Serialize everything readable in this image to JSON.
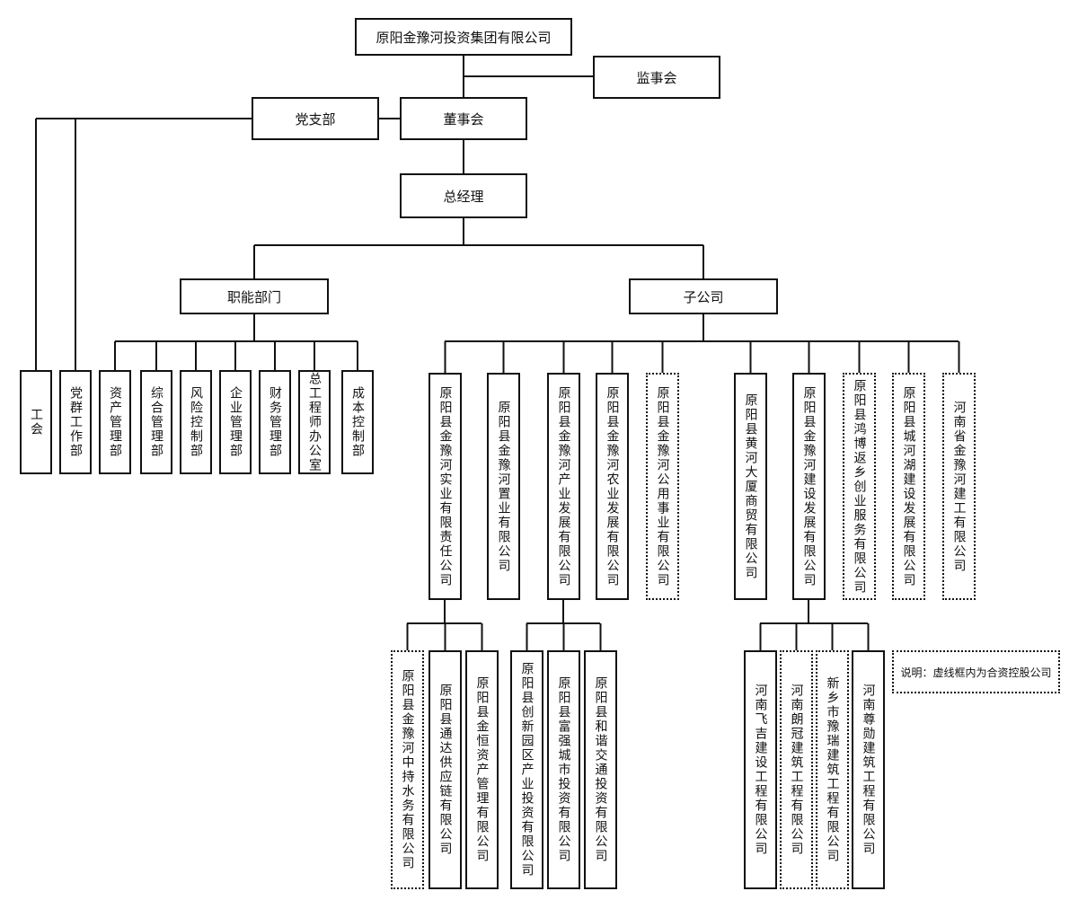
{
  "nodes": {
    "group": "原阳金豫河投资集团有限公司",
    "supervisory": "监事会",
    "board": "董事会",
    "party": "党支部",
    "gm": "总经理",
    "functional": "职能部门",
    "subsidiaries": "子公司"
  },
  "departments": [
    {
      "label": "工会"
    },
    {
      "label": "党群工作部"
    },
    {
      "label": "资产管理部"
    },
    {
      "label": "综合管理部"
    },
    {
      "label": "风险控制部"
    },
    {
      "label": "企业管理部"
    },
    {
      "label": "财务管理部"
    },
    {
      "label": "总工程师办公室"
    },
    {
      "label": "成本控制部"
    }
  ],
  "companies": [
    {
      "label": "原阳县金豫河实业有限责任公司",
      "dashed": false
    },
    {
      "label": "原阳县金豫河置业有限公司",
      "dashed": false
    },
    {
      "label": "原阳县金豫河产业发展有限公司",
      "dashed": false
    },
    {
      "label": "原阳县金豫河农业发展有限公司",
      "dashed": false
    },
    {
      "label": "原阳县金豫河公用事业有限公司",
      "dashed": true
    },
    {
      "label": "原阳县黄河大厦商贸有限公司",
      "dashed": false
    },
    {
      "label": "原阳县金豫河建设发展有限公司",
      "dashed": false
    },
    {
      "label": "原阳县鸿博返乡创业服务有限公司",
      "dashed": true
    },
    {
      "label": "原阳县城河湖建设发展有限公司",
      "dashed": true
    },
    {
      "label": "河南省金豫河建工有限公司",
      "dashed": true
    }
  ],
  "sub_companies": [
    {
      "label": "原阳县金豫河中持水务有限公司",
      "dashed": true
    },
    {
      "label": "原阳县通达供应链有限公司",
      "dashed": false
    },
    {
      "label": "原阳县金恒资产管理有限公司",
      "dashed": false
    },
    {
      "label": "原阳县创新园区产业投资有限公司",
      "dashed": false
    },
    {
      "label": "原阳县富强城市投资有限公司",
      "dashed": false
    },
    {
      "label": "原阳县和谐交通投资有限公司",
      "dashed": false
    },
    {
      "label": "河南飞吉建设工程有限公司",
      "dashed": false
    },
    {
      "label": "河南朗冠建筑工程有限公司",
      "dashed": true
    },
    {
      "label": "新乡市豫瑞建筑工程有限公司",
      "dashed": true
    },
    {
      "label": "河南尊勋建筑工程有限公司",
      "dashed": false
    }
  ],
  "note": "说明：虚线框内为合资控股公司"
}
